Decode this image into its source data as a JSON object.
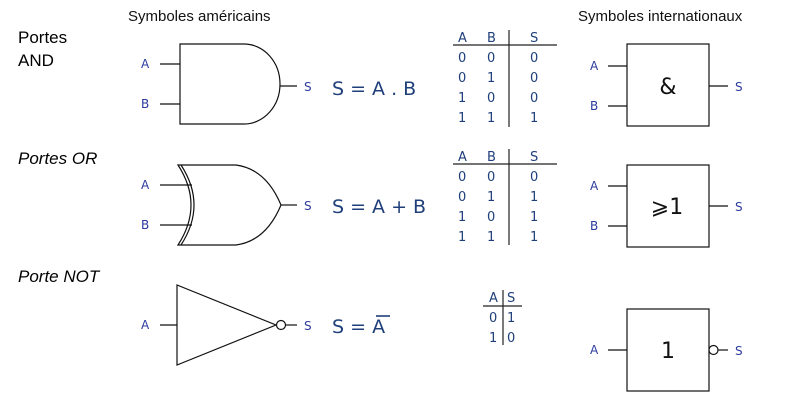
{
  "headers": {
    "american": "Symboles américains",
    "international": "Symboles internationaux"
  },
  "and": {
    "label_line1": "Portes",
    "label_line2": "AND",
    "in_a": "A",
    "in_b": "B",
    "out": "S",
    "equation": "S = A . B",
    "table": {
      "head": [
        "A",
        "B",
        "S"
      ],
      "rows": [
        [
          "0",
          "0",
          "0"
        ],
        [
          "0",
          "1",
          "0"
        ],
        [
          "1",
          "0",
          "0"
        ],
        [
          "1",
          "1",
          "1"
        ]
      ]
    },
    "intl_symbol": "&",
    "intl_in_a": "A",
    "intl_in_b": "B",
    "intl_out": "S"
  },
  "or": {
    "label": "Portes OR",
    "in_a": "A",
    "in_b": "B",
    "out": "S",
    "equation": "S = A + B",
    "table": {
      "head": [
        "A",
        "B",
        "S"
      ],
      "rows": [
        [
          "0",
          "0",
          "0"
        ],
        [
          "0",
          "1",
          "1"
        ],
        [
          "1",
          "0",
          "1"
        ],
        [
          "1",
          "1",
          "1"
        ]
      ]
    },
    "intl_symbol": "⩾1",
    "intl_in_a": "A",
    "intl_in_b": "B",
    "intl_out": "S"
  },
  "not": {
    "label": "Porte NOT",
    "in_a": "A",
    "out": "S",
    "equation_left": "S = ",
    "equation_var": "A",
    "table": {
      "head": [
        "A",
        "S"
      ],
      "rows": [
        [
          "0",
          "1"
        ],
        [
          "1",
          "0"
        ]
      ]
    },
    "intl_symbol": "1",
    "intl_in_a": "A",
    "intl_out": "S"
  }
}
